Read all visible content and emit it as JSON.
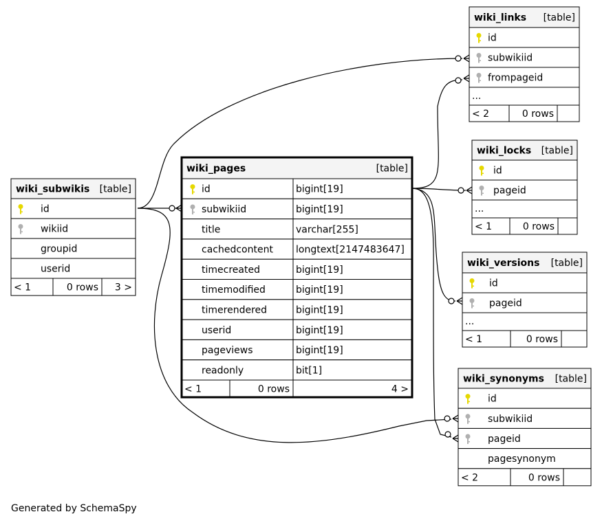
{
  "tables": {
    "wiki_links": {
      "name": "wiki_links",
      "type": "[table]",
      "columns": [
        {
          "name": "id",
          "key": "pk"
        },
        {
          "name": "subwikiid",
          "key": "fk"
        },
        {
          "name": "frompageid",
          "key": "fk"
        }
      ],
      "more": "...",
      "footer": [
        "< 2",
        "0 rows",
        ""
      ]
    },
    "wiki_locks": {
      "name": "wiki_locks",
      "type": "[table]",
      "columns": [
        {
          "name": "id",
          "key": "pk"
        },
        {
          "name": "pageid",
          "key": "fk"
        }
      ],
      "more": "...",
      "footer": [
        "< 1",
        "0 rows",
        ""
      ]
    },
    "wiki_subwikis": {
      "name": "wiki_subwikis",
      "type": "[table]",
      "columns": [
        {
          "name": "id",
          "key": "pk"
        },
        {
          "name": "wikiid",
          "key": "fk"
        },
        {
          "name": "groupid",
          "key": ""
        },
        {
          "name": "userid",
          "key": ""
        }
      ],
      "footer": [
        "< 1",
        "0 rows",
        "3 >"
      ]
    },
    "wiki_pages": {
      "name": "wiki_pages",
      "type": "[table]",
      "columns": [
        {
          "name": "id",
          "key": "pk",
          "dtype": "bigint[19]"
        },
        {
          "name": "subwikiid",
          "key": "fk",
          "dtype": "bigint[19]"
        },
        {
          "name": "title",
          "key": "",
          "dtype": "varchar[255]"
        },
        {
          "name": "cachedcontent",
          "key": "",
          "dtype": "longtext[2147483647]"
        },
        {
          "name": "timecreated",
          "key": "",
          "dtype": "bigint[19]"
        },
        {
          "name": "timemodified",
          "key": "",
          "dtype": "bigint[19]"
        },
        {
          "name": "timerendered",
          "key": "",
          "dtype": "bigint[19]"
        },
        {
          "name": "userid",
          "key": "",
          "dtype": "bigint[19]"
        },
        {
          "name": "pageviews",
          "key": "",
          "dtype": "bigint[19]"
        },
        {
          "name": "readonly",
          "key": "",
          "dtype": "bit[1]"
        }
      ],
      "footer": [
        "< 1",
        "0 rows",
        "4 >"
      ]
    },
    "wiki_versions": {
      "name": "wiki_versions",
      "type": "[table]",
      "columns": [
        {
          "name": "id",
          "key": "pk"
        },
        {
          "name": "pageid",
          "key": "fk"
        }
      ],
      "more": "...",
      "footer": [
        "< 1",
        "0 rows",
        ""
      ]
    },
    "wiki_synonyms": {
      "name": "wiki_synonyms",
      "type": "[table]",
      "columns": [
        {
          "name": "id",
          "key": "pk"
        },
        {
          "name": "subwikiid",
          "key": "fk"
        },
        {
          "name": "pageid",
          "key": "fk"
        },
        {
          "name": "pagesynonym",
          "key": ""
        }
      ],
      "footer": [
        "< 2",
        "0 rows",
        ""
      ]
    }
  },
  "relationships": [
    {
      "from": "wiki_subwikis.id",
      "to": "wiki_links.subwikiid"
    },
    {
      "from": "wiki_pages.id",
      "to": "wiki_links.frompageid"
    },
    {
      "from": "wiki_pages.id",
      "to": "wiki_locks.pageid"
    },
    {
      "from": "wiki_subwikis.id",
      "to": "wiki_pages.subwikiid"
    },
    {
      "from": "wiki_pages.id",
      "to": "wiki_versions.pageid"
    },
    {
      "from": "wiki_subwikis.id",
      "to": "wiki_synonyms.subwikiid"
    },
    {
      "from": "wiki_pages.id",
      "to": "wiki_synonyms.pageid"
    }
  ],
  "colors": {
    "primary_key": "#e6d800",
    "foreign_key": "#b0b0b0",
    "header_bg": "#f4f4f4"
  },
  "footer_text": "Generated by SchemaSpy"
}
